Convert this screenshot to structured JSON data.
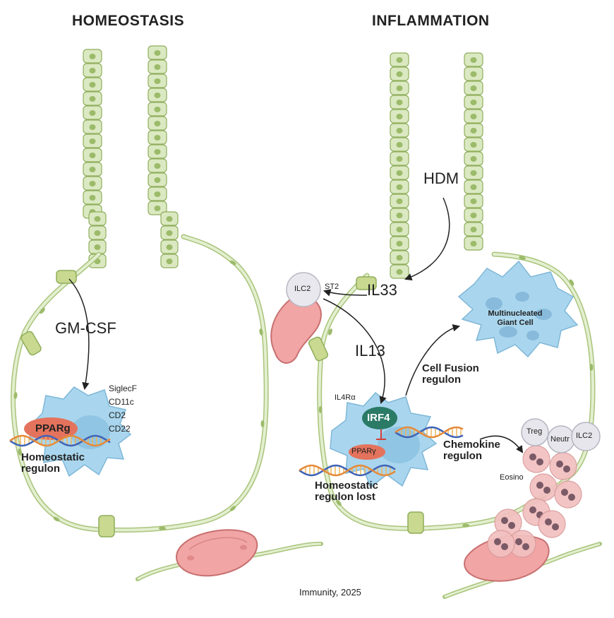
{
  "titles": {
    "left": "HOMEOSTASIS",
    "right": "INFLAMMATION"
  },
  "left": {
    "cytokine": "GM-CSF",
    "markers": [
      "SiglecF",
      "CD11c",
      "CD2",
      "CD22"
    ],
    "tf": "PPARg",
    "regulon": "Homeostatic regulon"
  },
  "right": {
    "trigger": "HDM",
    "alarmin": "IL33",
    "ilc2": "ILC2",
    "receptor_st2": "ST2",
    "il13": "IL13",
    "il4ra": "IL4Rα",
    "irf4": "IRF4",
    "ppar": "PPARγ",
    "lost": "Homeostatic regulon lost",
    "fusion": "Cell Fusion regulon",
    "giant": "Multinucleated Giant Cell",
    "chemokine": "Chemokine regulon",
    "treg": "Treg",
    "neutr": "Neutr",
    "ilc2b": "ILC2",
    "eosino": "Eosino"
  },
  "citation": "Immunity, 2025",
  "colors": {
    "epithelium": "#dbe9c2",
    "epithelium_edge": "#8fae5c",
    "nucleus": "#9cbb6a",
    "macrophage": "#a9d6ee",
    "ppar": "#e4735d",
    "irf4": "#2a7a66",
    "vessel": "#f1a5a5",
    "eosinophil": "#f2c0c0"
  }
}
